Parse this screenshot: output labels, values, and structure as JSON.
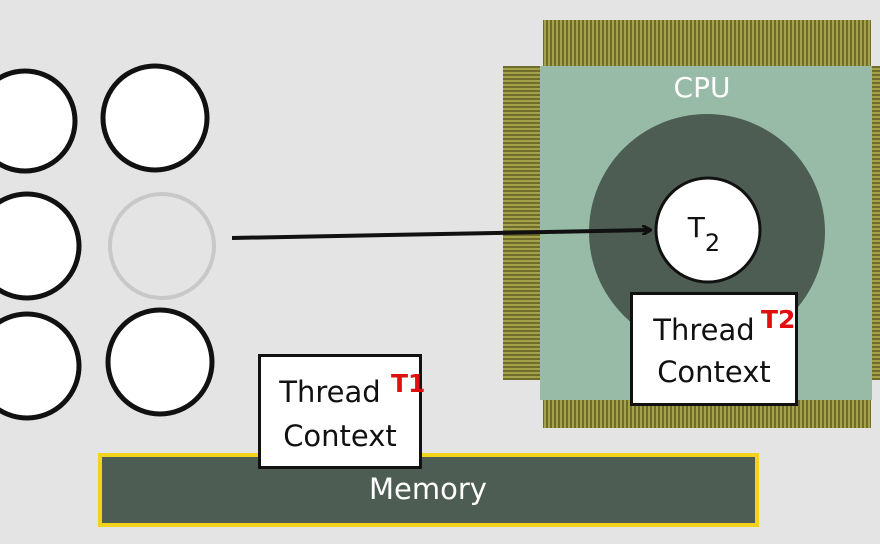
{
  "cpu": {
    "label": "CPU",
    "running_thread": {
      "letter": "T",
      "subscript": "2"
    }
  },
  "memory": {
    "label": "Memory"
  },
  "contexts": [
    {
      "line1": "Thread",
      "line2": "Context",
      "tag": "T1"
    },
    {
      "line1": "Thread",
      "line2": "Context",
      "tag": "T2"
    }
  ],
  "colors": {
    "background": "#e4e4e4",
    "cpu_body": "#98bba7",
    "cpu_core": "#4e5d53",
    "cpu_pins": "#8d8a3c",
    "memory_fill": "#4e5d53",
    "memory_border": "#f2d21b",
    "tag_red": "#e01010"
  }
}
